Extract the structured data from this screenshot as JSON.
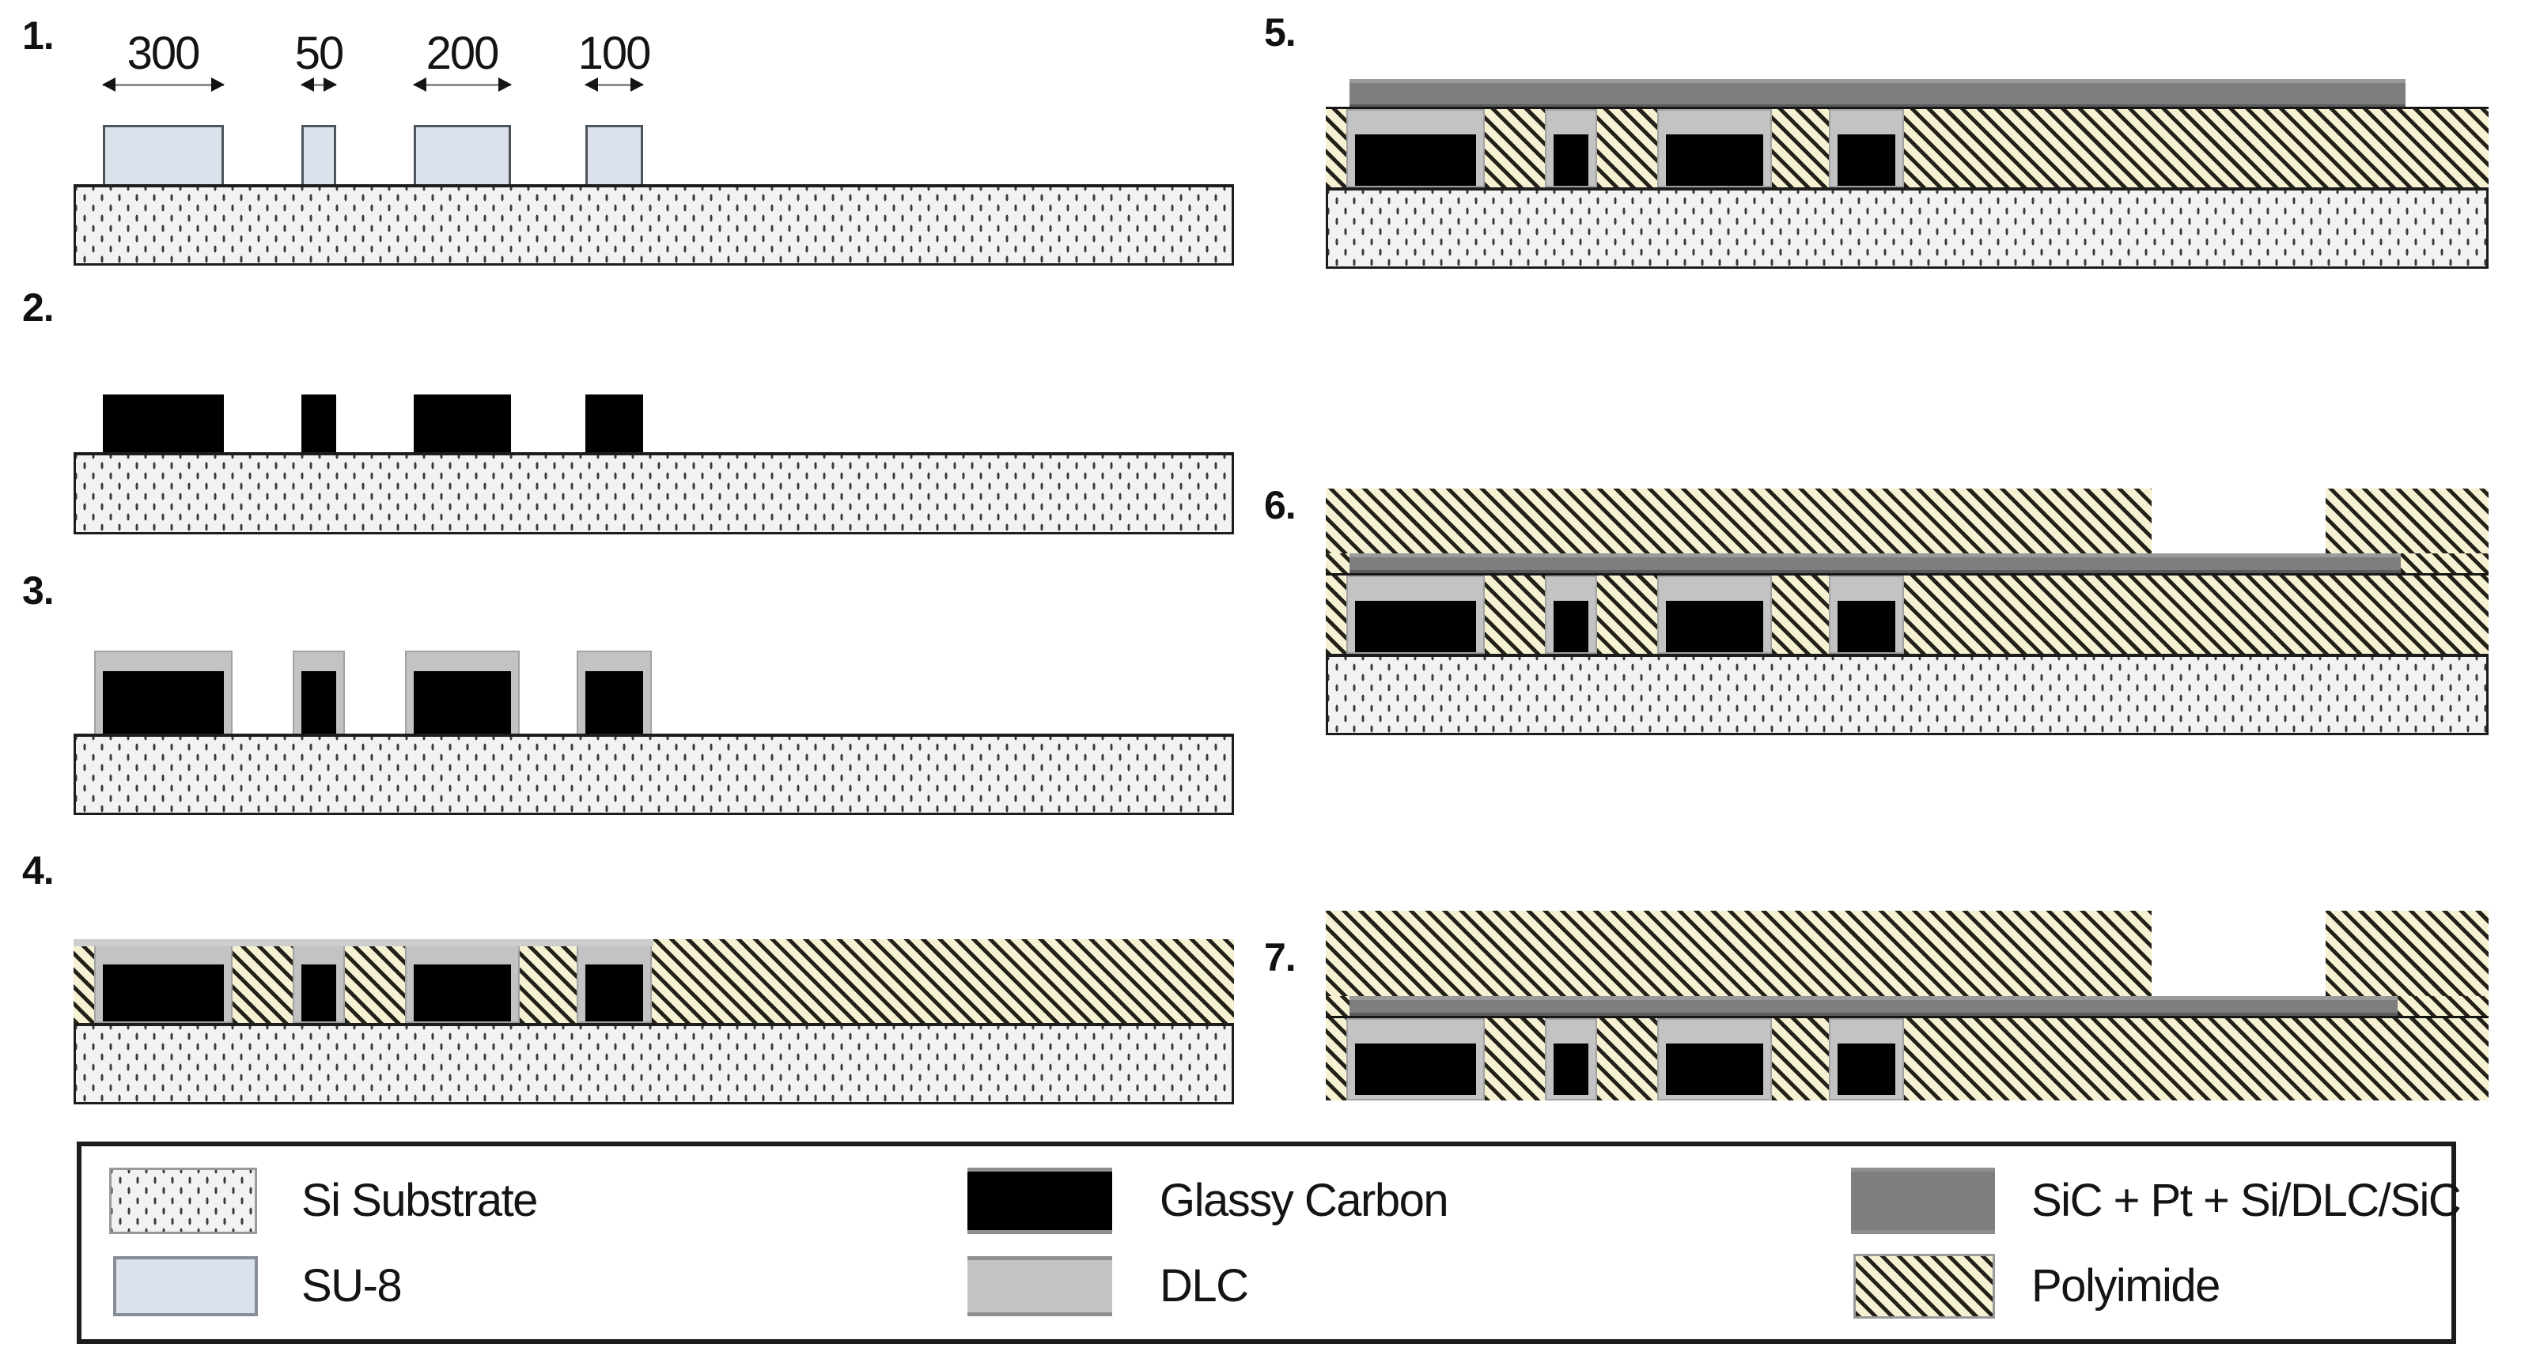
{
  "figure": {
    "type": "microfabrication-process-flow",
    "steps": [
      {
        "number": "1."
      },
      {
        "number": "2."
      },
      {
        "number": "3."
      },
      {
        "number": "4."
      },
      {
        "number": "5."
      },
      {
        "number": "6."
      },
      {
        "number": "7."
      }
    ],
    "dimensions": {
      "values": [
        "300",
        "50",
        "200",
        "100"
      ]
    },
    "legend": {
      "items": [
        {
          "id": "si-substrate",
          "label": "Si Substrate"
        },
        {
          "id": "su8",
          "label": "SU-8"
        },
        {
          "id": "glassy-carbon",
          "label": "Glassy Carbon"
        },
        {
          "id": "dlc",
          "label": "DLC"
        },
        {
          "id": "sic-stack",
          "label": "SiC + Pt + Si/DLC/SiC"
        },
        {
          "id": "polyimide",
          "label": "Polyimide"
        }
      ]
    },
    "colors": {
      "su8": "#dce2ec",
      "dlc": "#c3c3c3",
      "sic_stack": "#7e7e7e",
      "glassy_carbon": "#000000",
      "polyimide_bg": "#f7f1d3",
      "polyimide_line": "#232218",
      "substrate_bg": "#f2f2f0",
      "substrate_dot": "#3c3c3c"
    }
  }
}
